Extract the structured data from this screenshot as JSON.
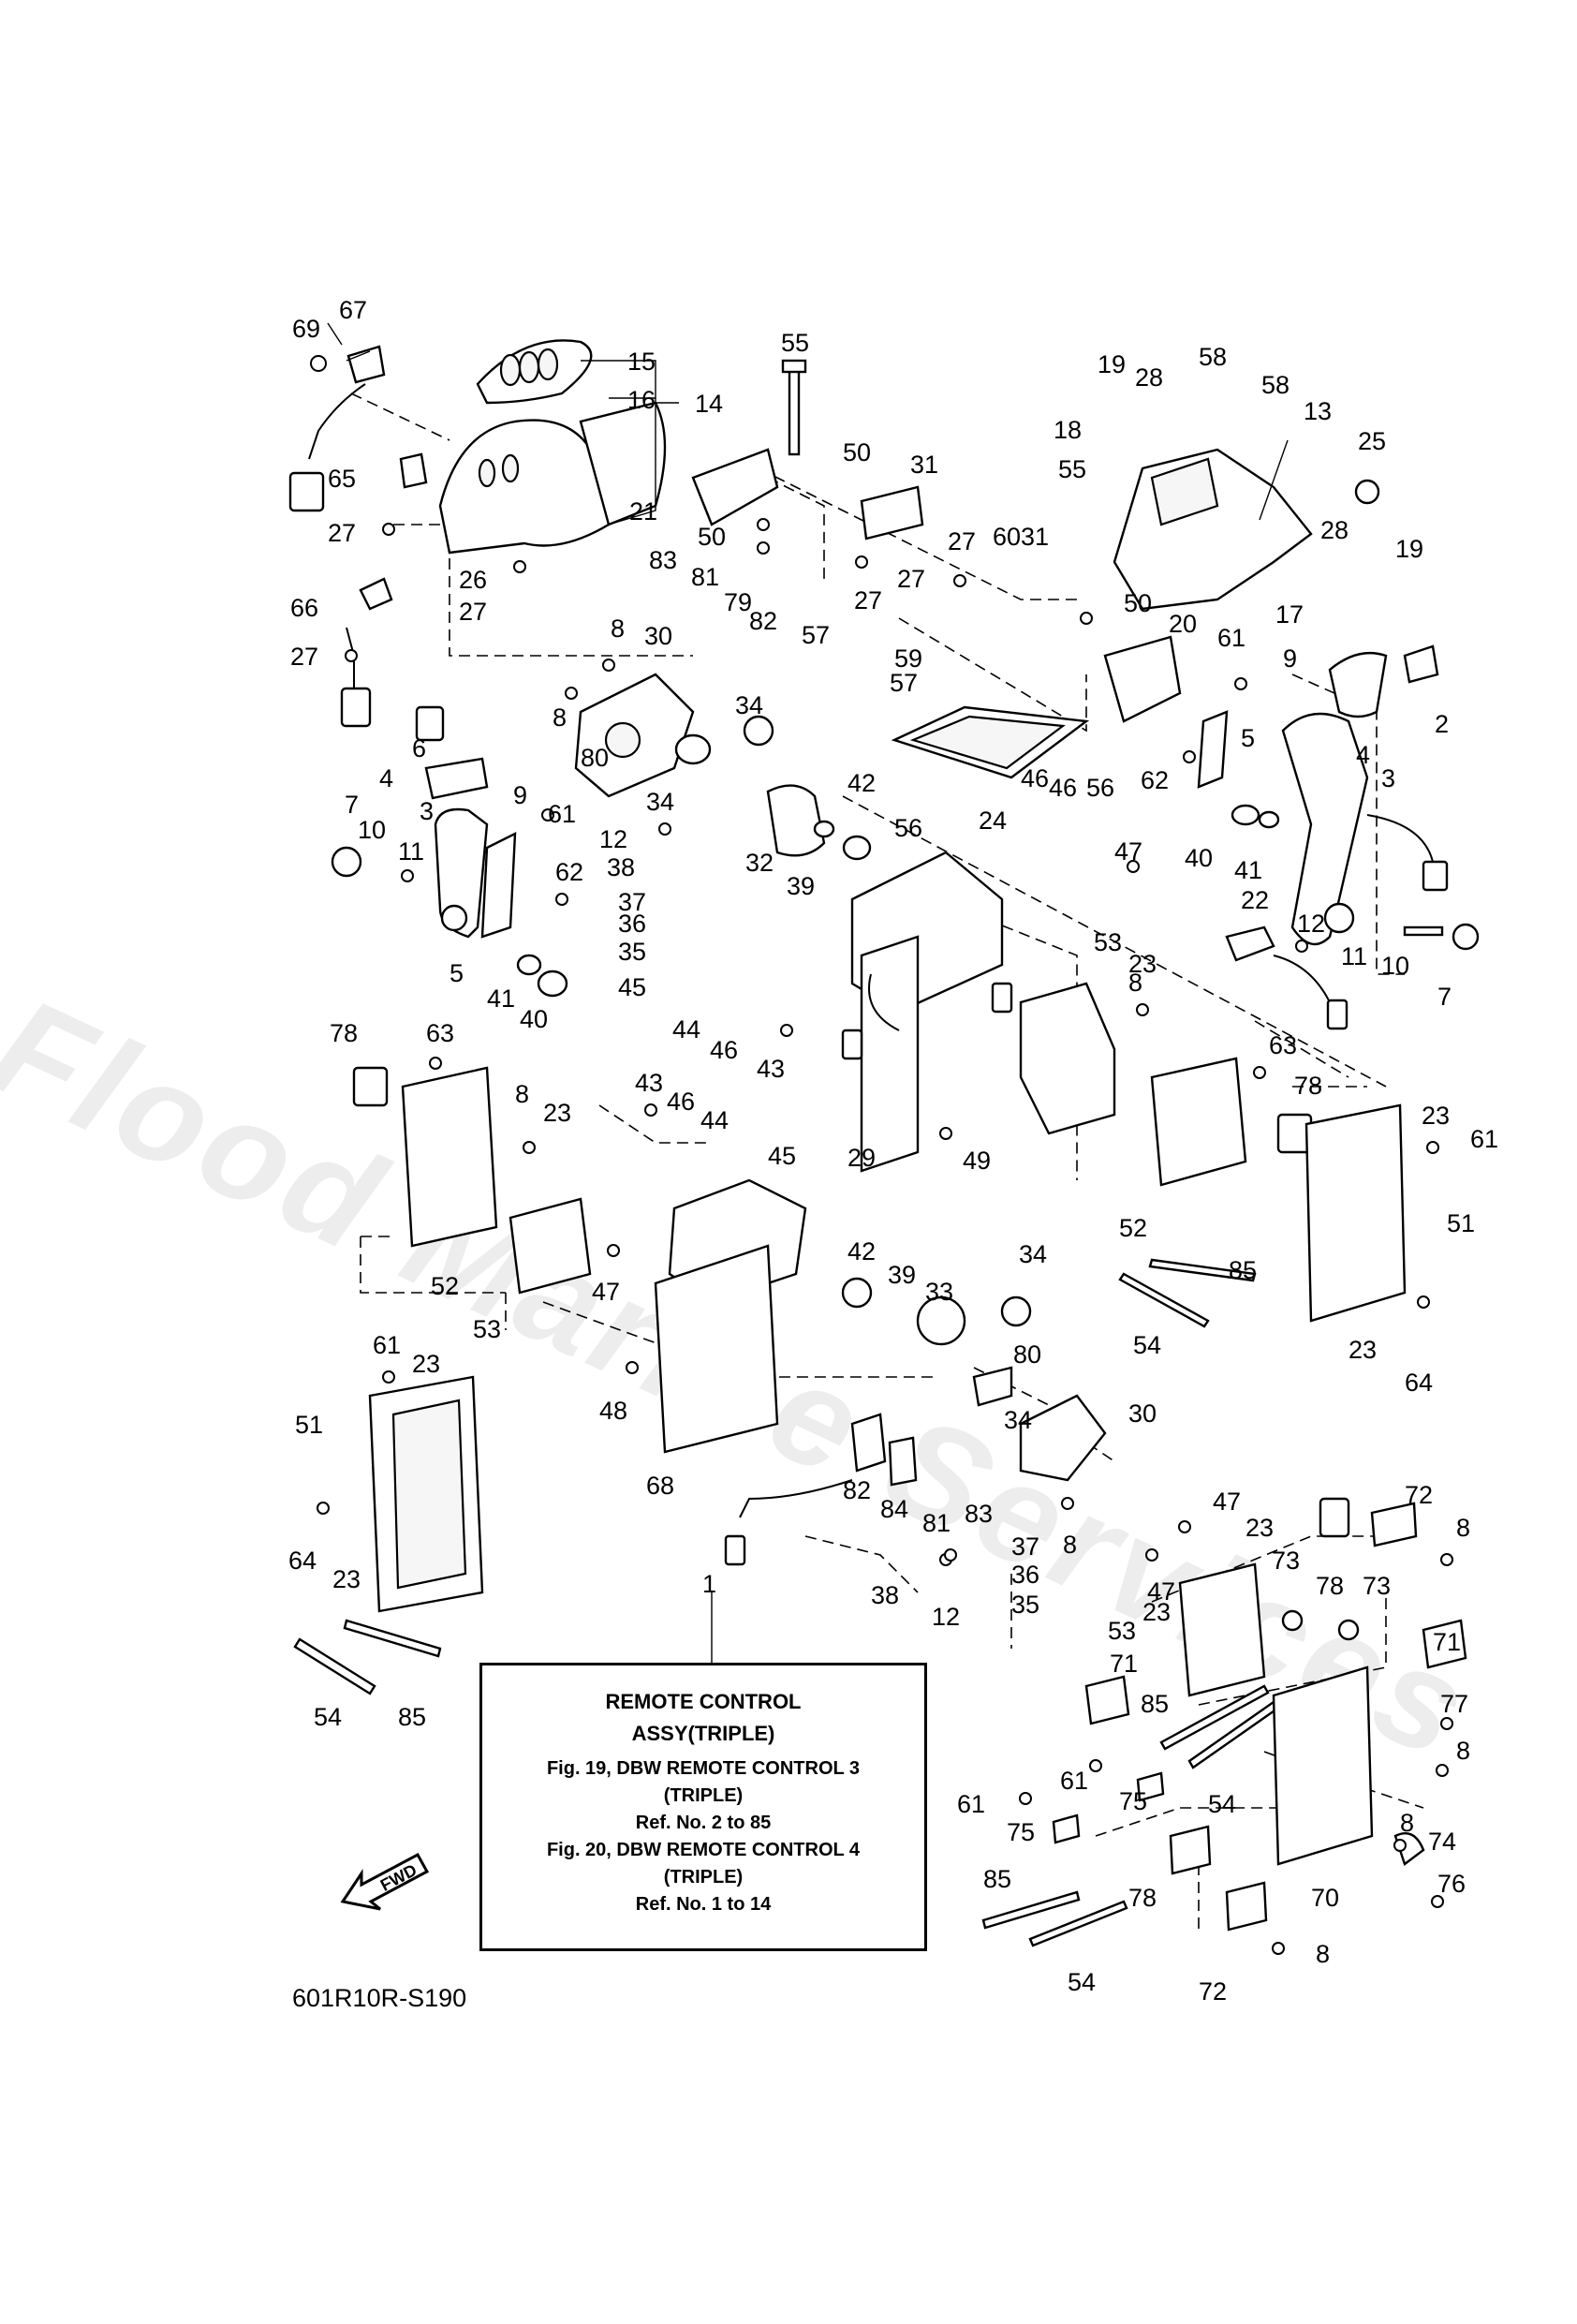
{
  "watermark": "Flood Marine Services",
  "diagram_code": "601R10R-S190",
  "fwd_label": "FWD",
  "info_box": {
    "title1": "REMOTE CONTROL",
    "title2": "ASSY(TRIPLE)",
    "line1": "Fig. 19, DBW REMOTE CONTROL 3",
    "line2": "(TRIPLE)",
    "line3": "Ref. No. 2 to 85",
    "line4": "Fig. 20, DBW REMOTE CONTROL 4",
    "line5": "(TRIPLE)",
    "line6": "Ref. No. 1 to 14"
  },
  "callouts": [
    "1",
    "2",
    "3",
    "4",
    "5",
    "6",
    "7",
    "8",
    "9",
    "10",
    "11",
    "12",
    "13",
    "14",
    "15",
    "16",
    "17",
    "18",
    "19",
    "20",
    "21",
    "22",
    "23",
    "24",
    "25",
    "26",
    "27",
    "28",
    "29",
    "30",
    "31",
    "32",
    "33",
    "34",
    "35",
    "36",
    "37",
    "38",
    "39",
    "40",
    "41",
    "42",
    "43",
    "44",
    "45",
    "46",
    "47",
    "48",
    "49",
    "50",
    "51",
    "52",
    "53",
    "54",
    "55",
    "56",
    "57",
    "58",
    "59",
    "60",
    "61",
    "62",
    "63",
    "64",
    "65",
    "66",
    "67",
    "68",
    "69",
    "70",
    "71",
    "72",
    "73",
    "74",
    "75",
    "76",
    "77",
    "78",
    "79",
    "80",
    "81",
    "82",
    "83",
    "84",
    "85"
  ]
}
